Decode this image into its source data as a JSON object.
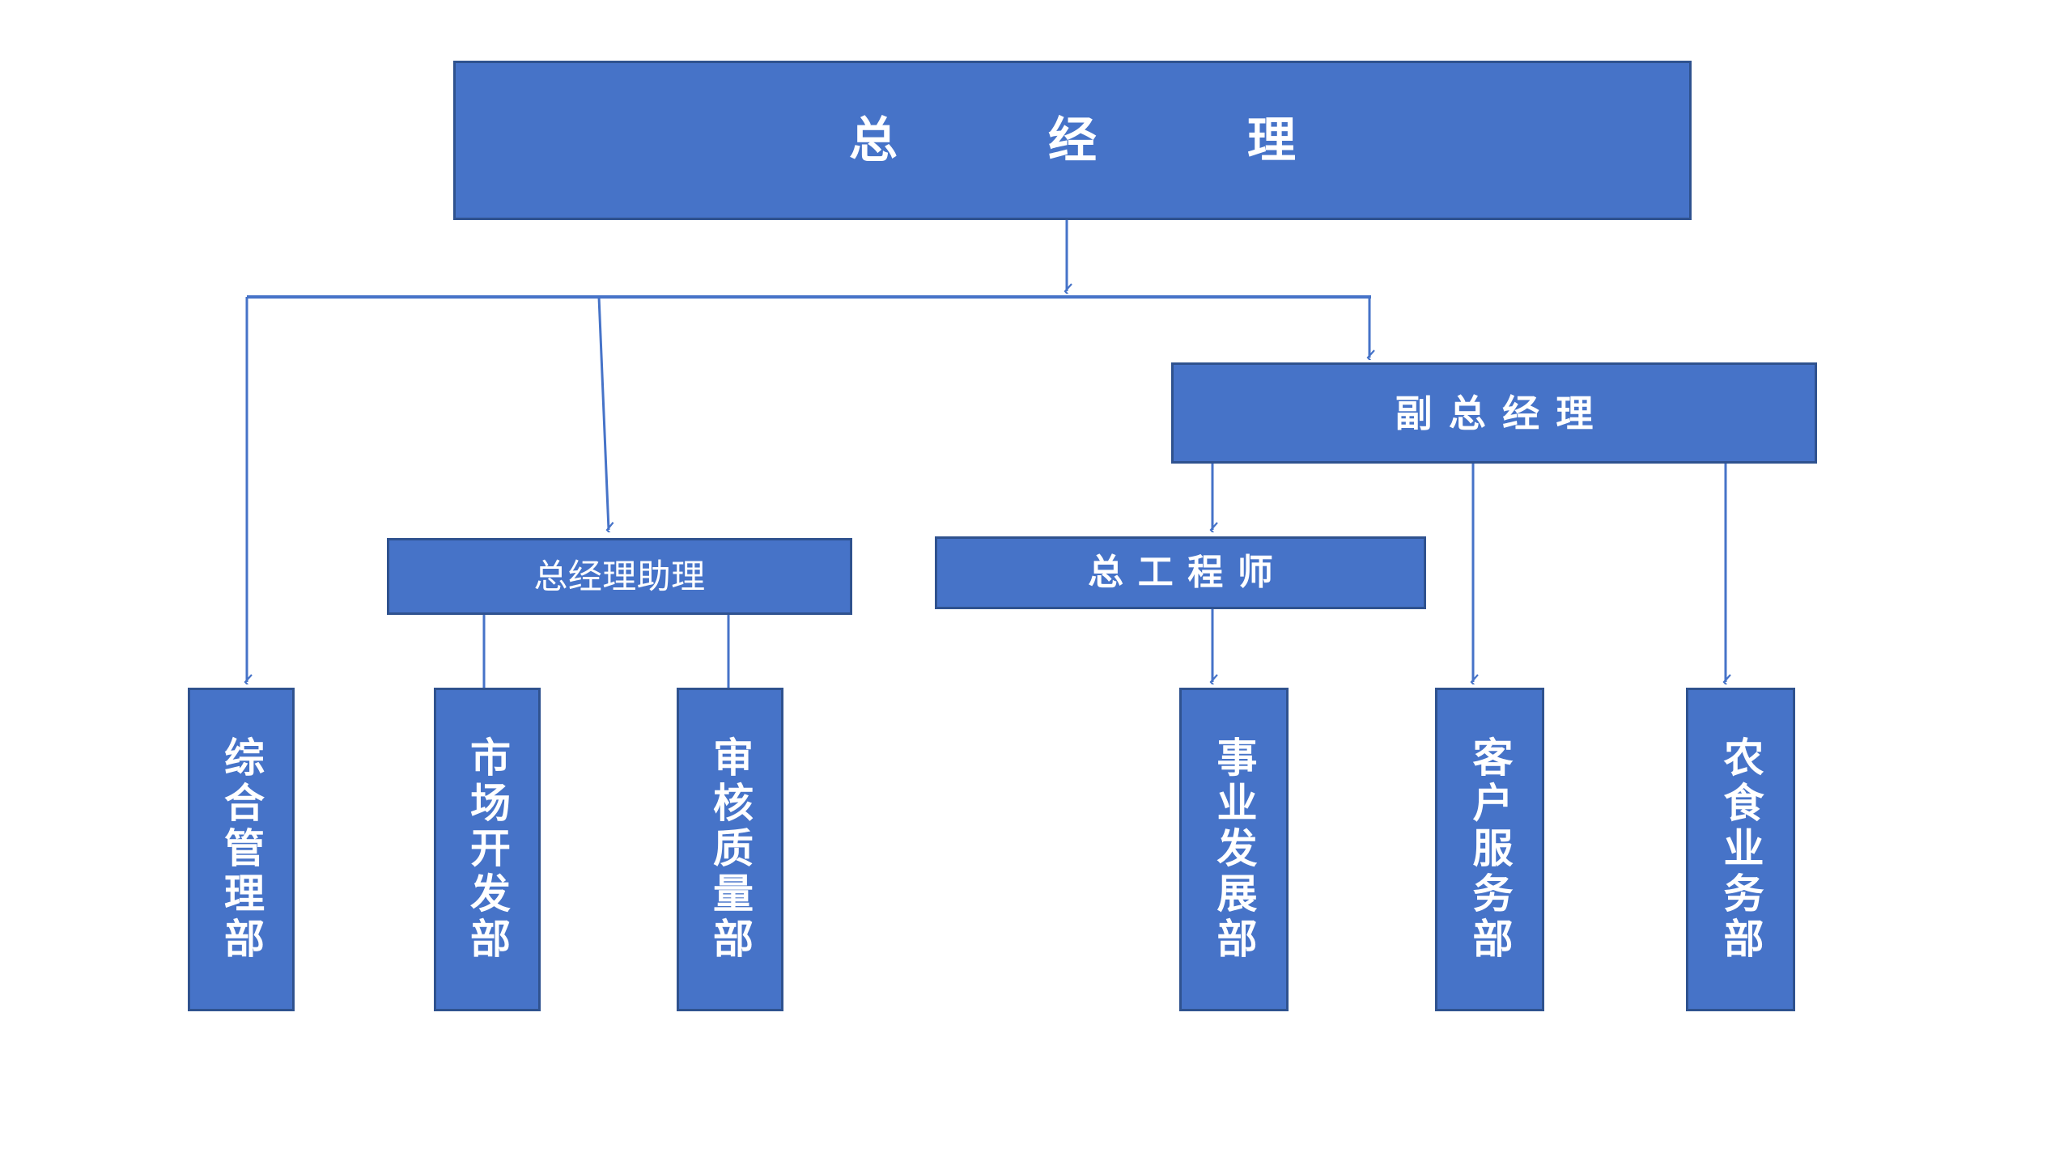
{
  "chart_data": {
    "type": "diagram",
    "subtype": "organization-chart",
    "title": "",
    "theme": {
      "box_fill": "#4673c8",
      "box_border": "#2f528f",
      "box_text": "#ffffff",
      "connector": "#4673c8",
      "background": "#ffffff"
    },
    "nodes": [
      {
        "id": "gm",
        "label": "总　经　理",
        "level": 0,
        "orientation": "horizontal"
      },
      {
        "id": "dgm",
        "label": "副总经理",
        "level": 1,
        "orientation": "horizontal"
      },
      {
        "id": "asst",
        "label": "总经理助理",
        "level": 2,
        "orientation": "horizontal"
      },
      {
        "id": "ce",
        "label": "总工程师",
        "level": 2,
        "orientation": "horizontal"
      },
      {
        "id": "d1",
        "label": "综合管理部",
        "level": 3,
        "orientation": "vertical"
      },
      {
        "id": "d2",
        "label": "市场开发部",
        "level": 3,
        "orientation": "vertical"
      },
      {
        "id": "d3",
        "label": "审核质量部",
        "level": 3,
        "orientation": "vertical"
      },
      {
        "id": "d4",
        "label": "事业发展部",
        "level": 3,
        "orientation": "vertical"
      },
      {
        "id": "d5",
        "label": "客户服务部",
        "level": 3,
        "orientation": "vertical"
      },
      {
        "id": "d6",
        "label": "农食业务部",
        "level": 3,
        "orientation": "vertical"
      }
    ],
    "edges": [
      {
        "from": "gm",
        "to": "bus",
        "arrow": true
      },
      {
        "from": "bus",
        "to": "d1",
        "arrow": true
      },
      {
        "from": "bus",
        "to": "asst",
        "arrow": true
      },
      {
        "from": "bus",
        "to": "dgm",
        "arrow": true
      },
      {
        "from": "asst",
        "to": "d2",
        "arrow": false
      },
      {
        "from": "asst",
        "to": "d3",
        "arrow": false
      },
      {
        "from": "dgm",
        "to": "ce",
        "arrow": true
      },
      {
        "from": "ce",
        "to": "d4",
        "arrow": true
      },
      {
        "from": "dgm",
        "to": "d5",
        "arrow": true
      },
      {
        "from": "dgm",
        "to": "d6",
        "arrow": true
      }
    ]
  },
  "org": {
    "general_manager": {
      "label": "总　经　理"
    },
    "deputy_general_manager": {
      "label": "副总经理"
    },
    "gm_assistant": {
      "label": "总经理助理"
    },
    "chief_engineer": {
      "label": "总工程师"
    },
    "departments": [
      {
        "label": "综合管理部"
      },
      {
        "label": "市场开发部"
      },
      {
        "label": "审核质量部"
      },
      {
        "label": "事业发展部"
      },
      {
        "label": "客户服务部"
      },
      {
        "label": "农食业务部"
      }
    ]
  }
}
